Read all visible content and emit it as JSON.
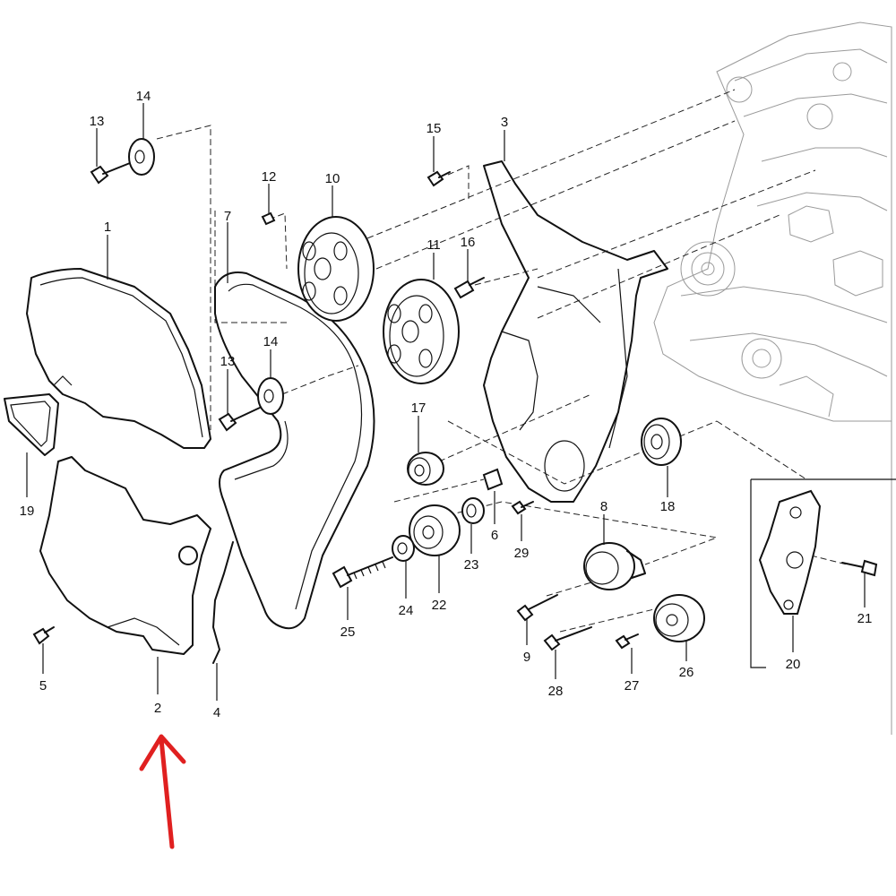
{
  "diagram": {
    "callouts": [
      {
        "id": "c1",
        "label": "1"
      },
      {
        "id": "c2",
        "label": "2"
      },
      {
        "id": "c3",
        "label": "3"
      },
      {
        "id": "c4",
        "label": "4"
      },
      {
        "id": "c5",
        "label": "5"
      },
      {
        "id": "c6",
        "label": "6"
      },
      {
        "id": "c7",
        "label": "7"
      },
      {
        "id": "c8",
        "label": "8"
      },
      {
        "id": "c9",
        "label": "9"
      },
      {
        "id": "c10",
        "label": "10"
      },
      {
        "id": "c11",
        "label": "11"
      },
      {
        "id": "c12",
        "label": "12"
      },
      {
        "id": "c13a",
        "label": "13"
      },
      {
        "id": "c13b",
        "label": "13"
      },
      {
        "id": "c14a",
        "label": "14"
      },
      {
        "id": "c14b",
        "label": "14"
      },
      {
        "id": "c15",
        "label": "15"
      },
      {
        "id": "c16",
        "label": "16"
      },
      {
        "id": "c17",
        "label": "17"
      },
      {
        "id": "c18",
        "label": "18"
      },
      {
        "id": "c19",
        "label": "19"
      },
      {
        "id": "c20",
        "label": "20"
      },
      {
        "id": "c21",
        "label": "21"
      },
      {
        "id": "c22",
        "label": "22"
      },
      {
        "id": "c23",
        "label": "23"
      },
      {
        "id": "c24",
        "label": "24"
      },
      {
        "id": "c25",
        "label": "25"
      },
      {
        "id": "c26",
        "label": "26"
      },
      {
        "id": "c27",
        "label": "27"
      },
      {
        "id": "c28",
        "label": "28"
      },
      {
        "id": "c29",
        "label": "29"
      }
    ],
    "annotation_arrow_color": "#e02020",
    "line_color": "#111111",
    "engine_ghost_color": "#9a9a9a"
  }
}
